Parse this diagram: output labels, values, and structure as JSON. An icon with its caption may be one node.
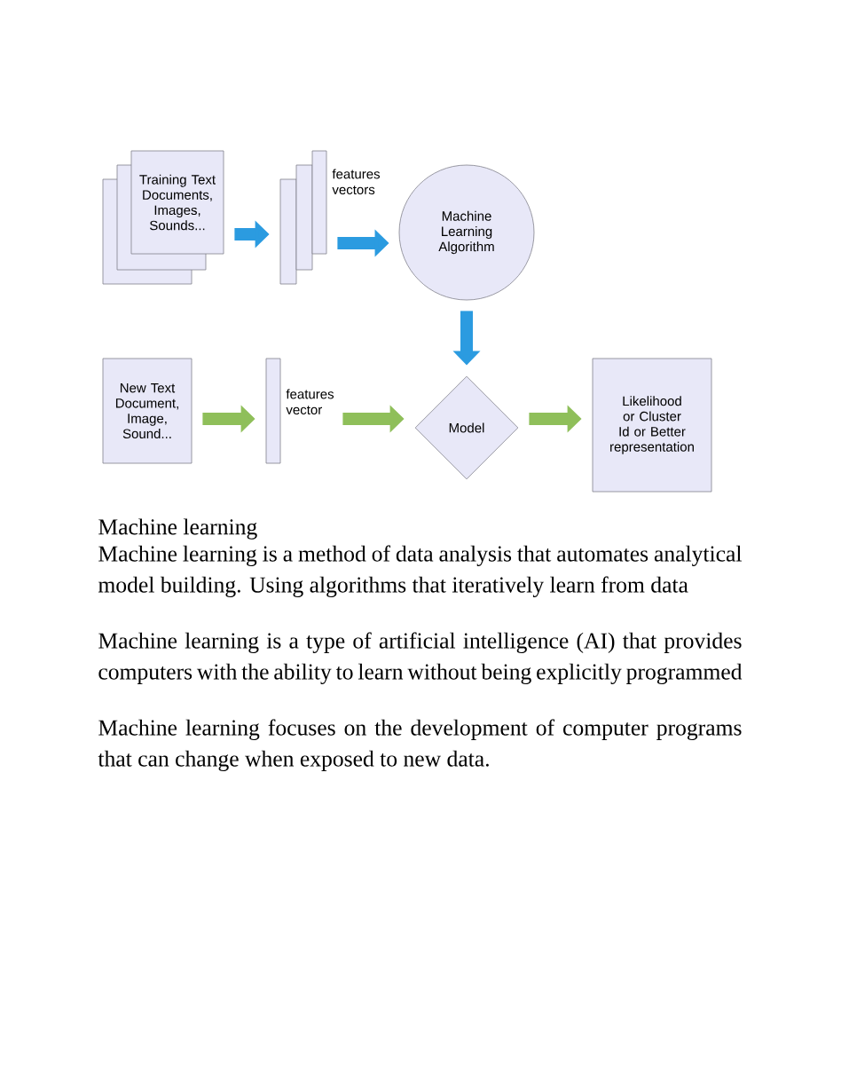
{
  "diagram": {
    "nodes": [
      {
        "text": [
          "Training Text Documents, Images, Sounds..."
        ]
      },
      {
        "text": [],
        "shape": "bar",
        "beside": [
          "features vectors"
        ]
      },
      {
        "text": [
          "Machine Learning Algorithm"
        ]
      },
      {
        "text": [
          "New Text Document, Image, Sound..."
        ]
      },
      {
        "text": [],
        "shape": "bar",
        "beside": [
          "features vector"
        ]
      },
      {
        "text": [
          "Model"
        ]
      },
      {
        "text": [
          "Likelihood or Cluster Id or Better representation"
        ]
      }
    ],
    "edges": [
      {
        "from": 0,
        "to": 1,
        "arrow": "to",
        "color": "#2b9be0"
      },
      {
        "from": 1,
        "to": 2,
        "arrow": "to",
        "color": "#2b9be0"
      },
      {
        "from": 2,
        "to": 5,
        "arrow": "to",
        "color": "#2b9be0"
      },
      {
        "from": 3,
        "to": 4,
        "arrow": "to",
        "color": "#8fbf5a"
      },
      {
        "from": 4,
        "to": 5,
        "arrow": "to",
        "color": "#8fbf5a"
      },
      {
        "from": 5,
        "to": 6,
        "arrow": "to",
        "color": "#8fbf5a"
      }
    ],
    "labels": [
      "Machine learning",
      "Machine learning is a method of data analysis that automates analytical model building. Using algorithms that iteratively learn from data",
      "Machine learning is a type of artificial intelligence (AI) that provides computers with the ability to learn without being explicitly programmed",
      "Machine learning focuses on the development of computer programs that can change when exposed to new data."
    ]
  }
}
